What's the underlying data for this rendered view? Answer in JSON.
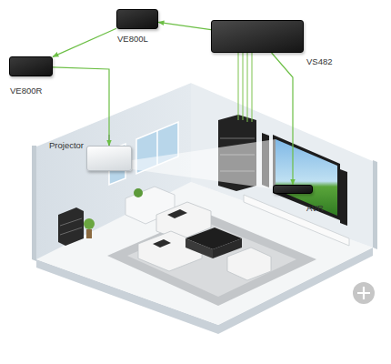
{
  "diagram": {
    "nodes": [
      {
        "text": [
          "VE800L"
        ]
      },
      {
        "text": [
          "VS482"
        ]
      },
      {
        "text": [
          "VE800R"
        ]
      },
      {
        "text": [
          "Projector"
        ]
      },
      {
        "text": [
          "AVR"
        ]
      }
    ],
    "edges": [
      {
        "from": 1,
        "to": 0,
        "arrow": "to"
      },
      {
        "from": 0,
        "to": 2,
        "arrow": "to"
      },
      {
        "from": 2,
        "to": 3,
        "arrow": "to"
      },
      {
        "from": 1,
        "to": 4,
        "arrow": "to"
      }
    ]
  }
}
